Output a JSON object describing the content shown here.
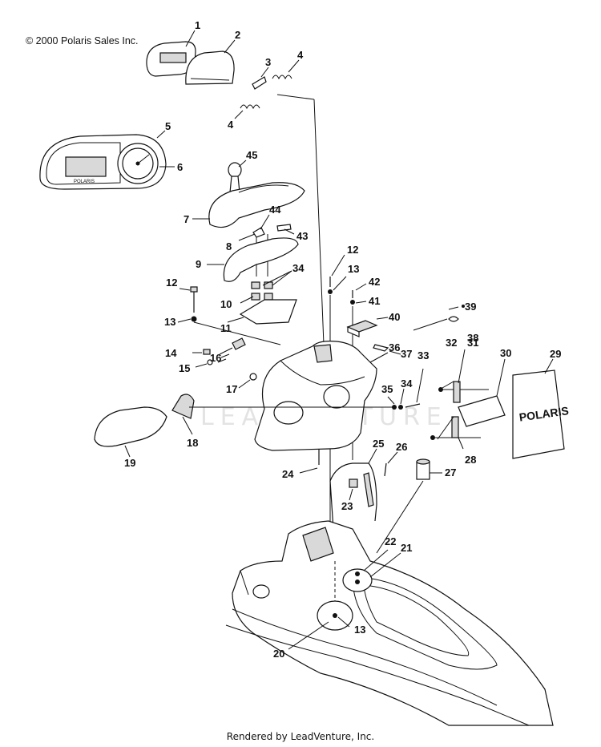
{
  "copyright": "© 2000 Polaris Sales Inc.",
  "footer": "Rendered by LeadVenture, Inc.",
  "watermark": "LEADVENTURE",
  "brand_text": "POLARIS",
  "part_numbers": [
    "1",
    "2",
    "3",
    "4",
    "4",
    "5",
    "6",
    "45",
    "7",
    "44",
    "43",
    "8",
    "9",
    "34",
    "12",
    "13",
    "10",
    "11",
    "12",
    "13",
    "42",
    "41",
    "39",
    "38",
    "40",
    "14",
    "15",
    "16",
    "17",
    "37",
    "36",
    "35",
    "34",
    "33",
    "32",
    "31",
    "30",
    "29",
    "18",
    "19",
    "28",
    "25",
    "26",
    "24",
    "27",
    "23",
    "22",
    "21",
    "13",
    "20"
  ]
}
